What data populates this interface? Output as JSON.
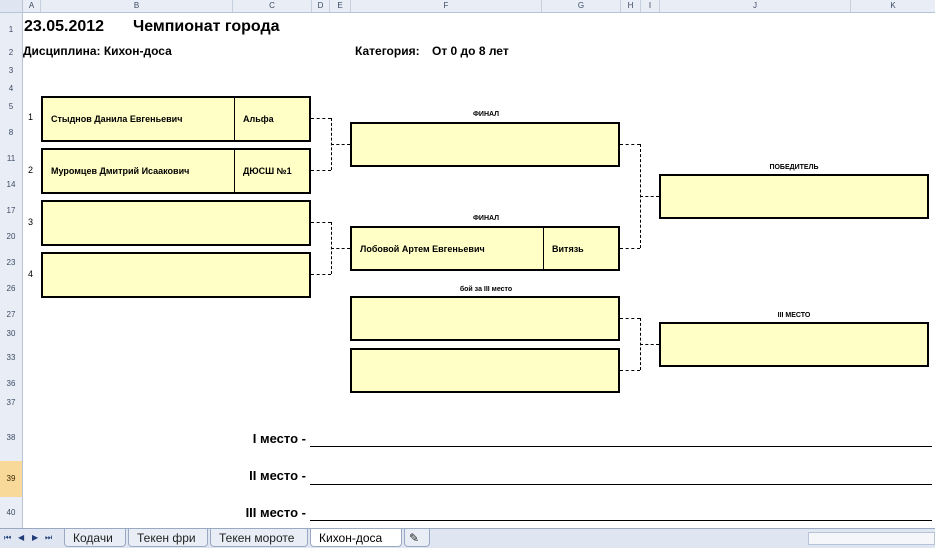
{
  "columns": [
    "A",
    "B",
    "C",
    "D",
    "E",
    "F",
    "G",
    "H",
    "I",
    "J",
    "K"
  ],
  "rows": [
    "1",
    "2",
    "3",
    "4",
    "5",
    "8",
    "11",
    "14",
    "17",
    "20",
    "23",
    "26",
    "27",
    "30",
    "33",
    "36",
    "37",
    "38",
    "39",
    "40"
  ],
  "selected_row": "39",
  "header": {
    "date": "23.05.2012",
    "title": "Чемпионат города",
    "discipline": "Дисциплина: Кихон-доса",
    "category_label": "Категория:",
    "category_value": "От 0 до 8 лет"
  },
  "bracket": {
    "participants": [
      {
        "num": "1",
        "name": "Стыднов Данила Евгеньевич",
        "club": "Альфа"
      },
      {
        "num": "2",
        "name": "Муромцев Дмитрий Исаакович",
        "club": "ДЮСШ №1"
      },
      {
        "num": "3",
        "name": "",
        "club": ""
      },
      {
        "num": "4",
        "name": "",
        "club": ""
      }
    ],
    "final_label_1": "ФИНАЛ",
    "final_label_2": "ФИНАЛ",
    "final_1": {
      "name": ""
    },
    "final_2": {
      "name": "Лобовой Артем Евгеньевич",
      "club": "Витязь"
    },
    "bronze_label": "бой за III место",
    "bronze_1": "",
    "bronze_2": "",
    "winner_label": "ПОБЕДИТЕЛЬ",
    "winner": "",
    "third_label": "III МЕСТО",
    "third": ""
  },
  "places": [
    {
      "label": "I место -"
    },
    {
      "label": "II место -"
    },
    {
      "label": "III место -"
    }
  ],
  "tabs": [
    "Кодачи",
    "Текен фри",
    "Текен мороте",
    "Кихон-доса"
  ],
  "active_tab": "Кихон-доса",
  "colors": {
    "box_fill": "#ffffc6",
    "sheet_header": "#e9eef6",
    "selected_row": "#f9d99a"
  }
}
